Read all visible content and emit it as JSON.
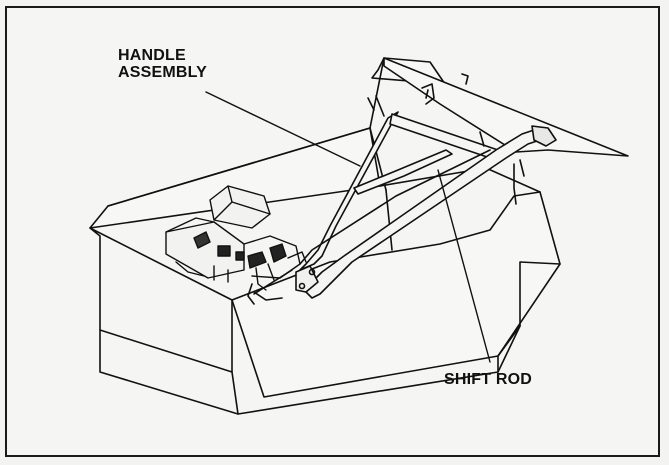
{
  "labels": {
    "handle_assembly": {
      "line1": "HANDLE",
      "line2": "ASSEMBLY"
    },
    "shift_rod": "SHIFT ROD"
  }
}
